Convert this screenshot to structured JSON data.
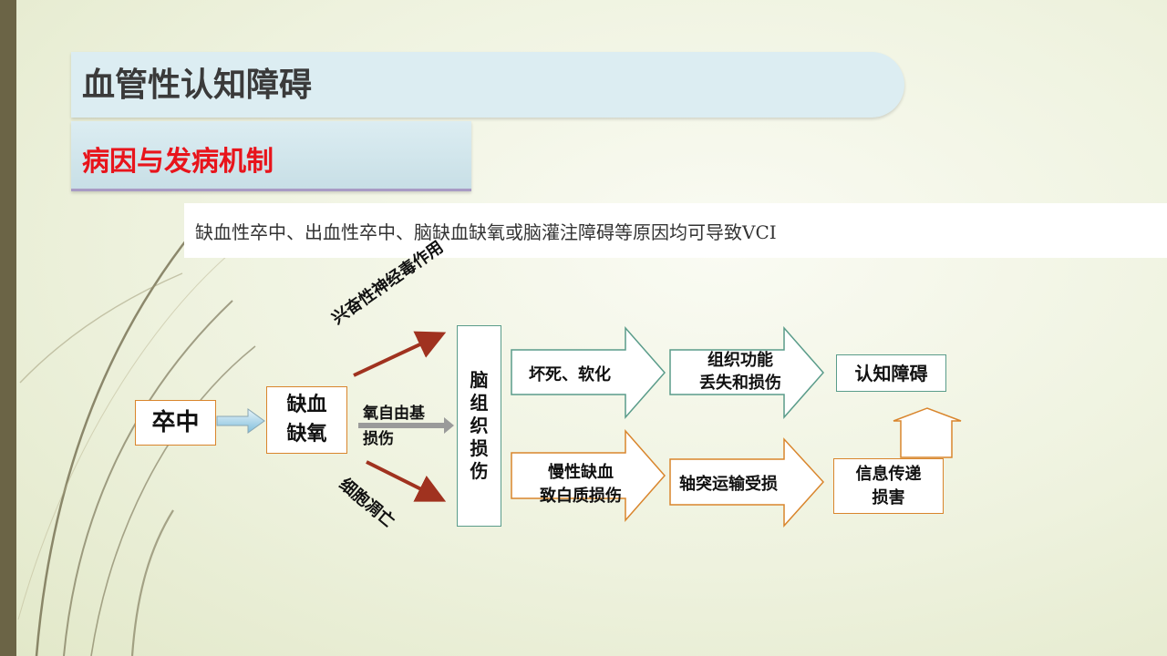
{
  "title": "血管性认知障碍",
  "subtitle": "病因与发病机制",
  "intro": "缺血性卒中、出血性卒中、脑缺血缺氧或脑灌注障碍等原因均可导致VCI",
  "diagram": {
    "stroke": "卒中",
    "ischemia_line1": "缺血",
    "ischemia_line2": "缺氧",
    "excitotoxic": "兴奋性神经毒作用",
    "free_radical_line1": "氧自由基",
    "free_radical_line2": "损伤",
    "apoptosis": "细胞凋亡",
    "brain_damage_chars": [
      "脑",
      "组",
      "织",
      "损",
      "伤"
    ],
    "necrosis": "坏死、软化",
    "function_loss_line1": "组织功能",
    "function_loss_line2": "丢失和损伤",
    "cognitive": "认知障碍",
    "chronic_line1": "慢性缺血",
    "chronic_line2": "致白质损伤",
    "axon": "轴突运输受损",
    "info_line1": "信息传递",
    "info_line2": "损害"
  },
  "colors": {
    "title_band": "#dcedf2",
    "subtitle_text": "#e8141b",
    "green_border": "#5a9c8a",
    "orange_border": "#d9852c",
    "red_arrow": "#a0321f",
    "left_bar": "#6b6446"
  }
}
